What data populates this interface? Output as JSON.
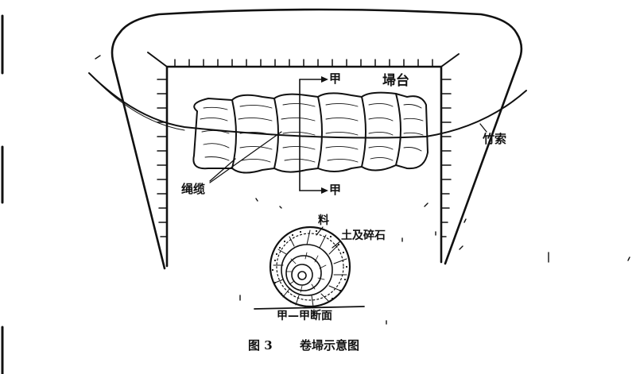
{
  "labels": {
    "jia_top": "甲",
    "jia_bottom": "甲",
    "ta_tai": "埽台",
    "zhu_suo": "竹索",
    "sheng_lan": "绳缆",
    "liao": "料",
    "tu_ji_sui_shi": "土及碎石",
    "section": "甲—甲断面"
  },
  "caption": {
    "number": "图 3",
    "title": "卷埽示意图"
  }
}
